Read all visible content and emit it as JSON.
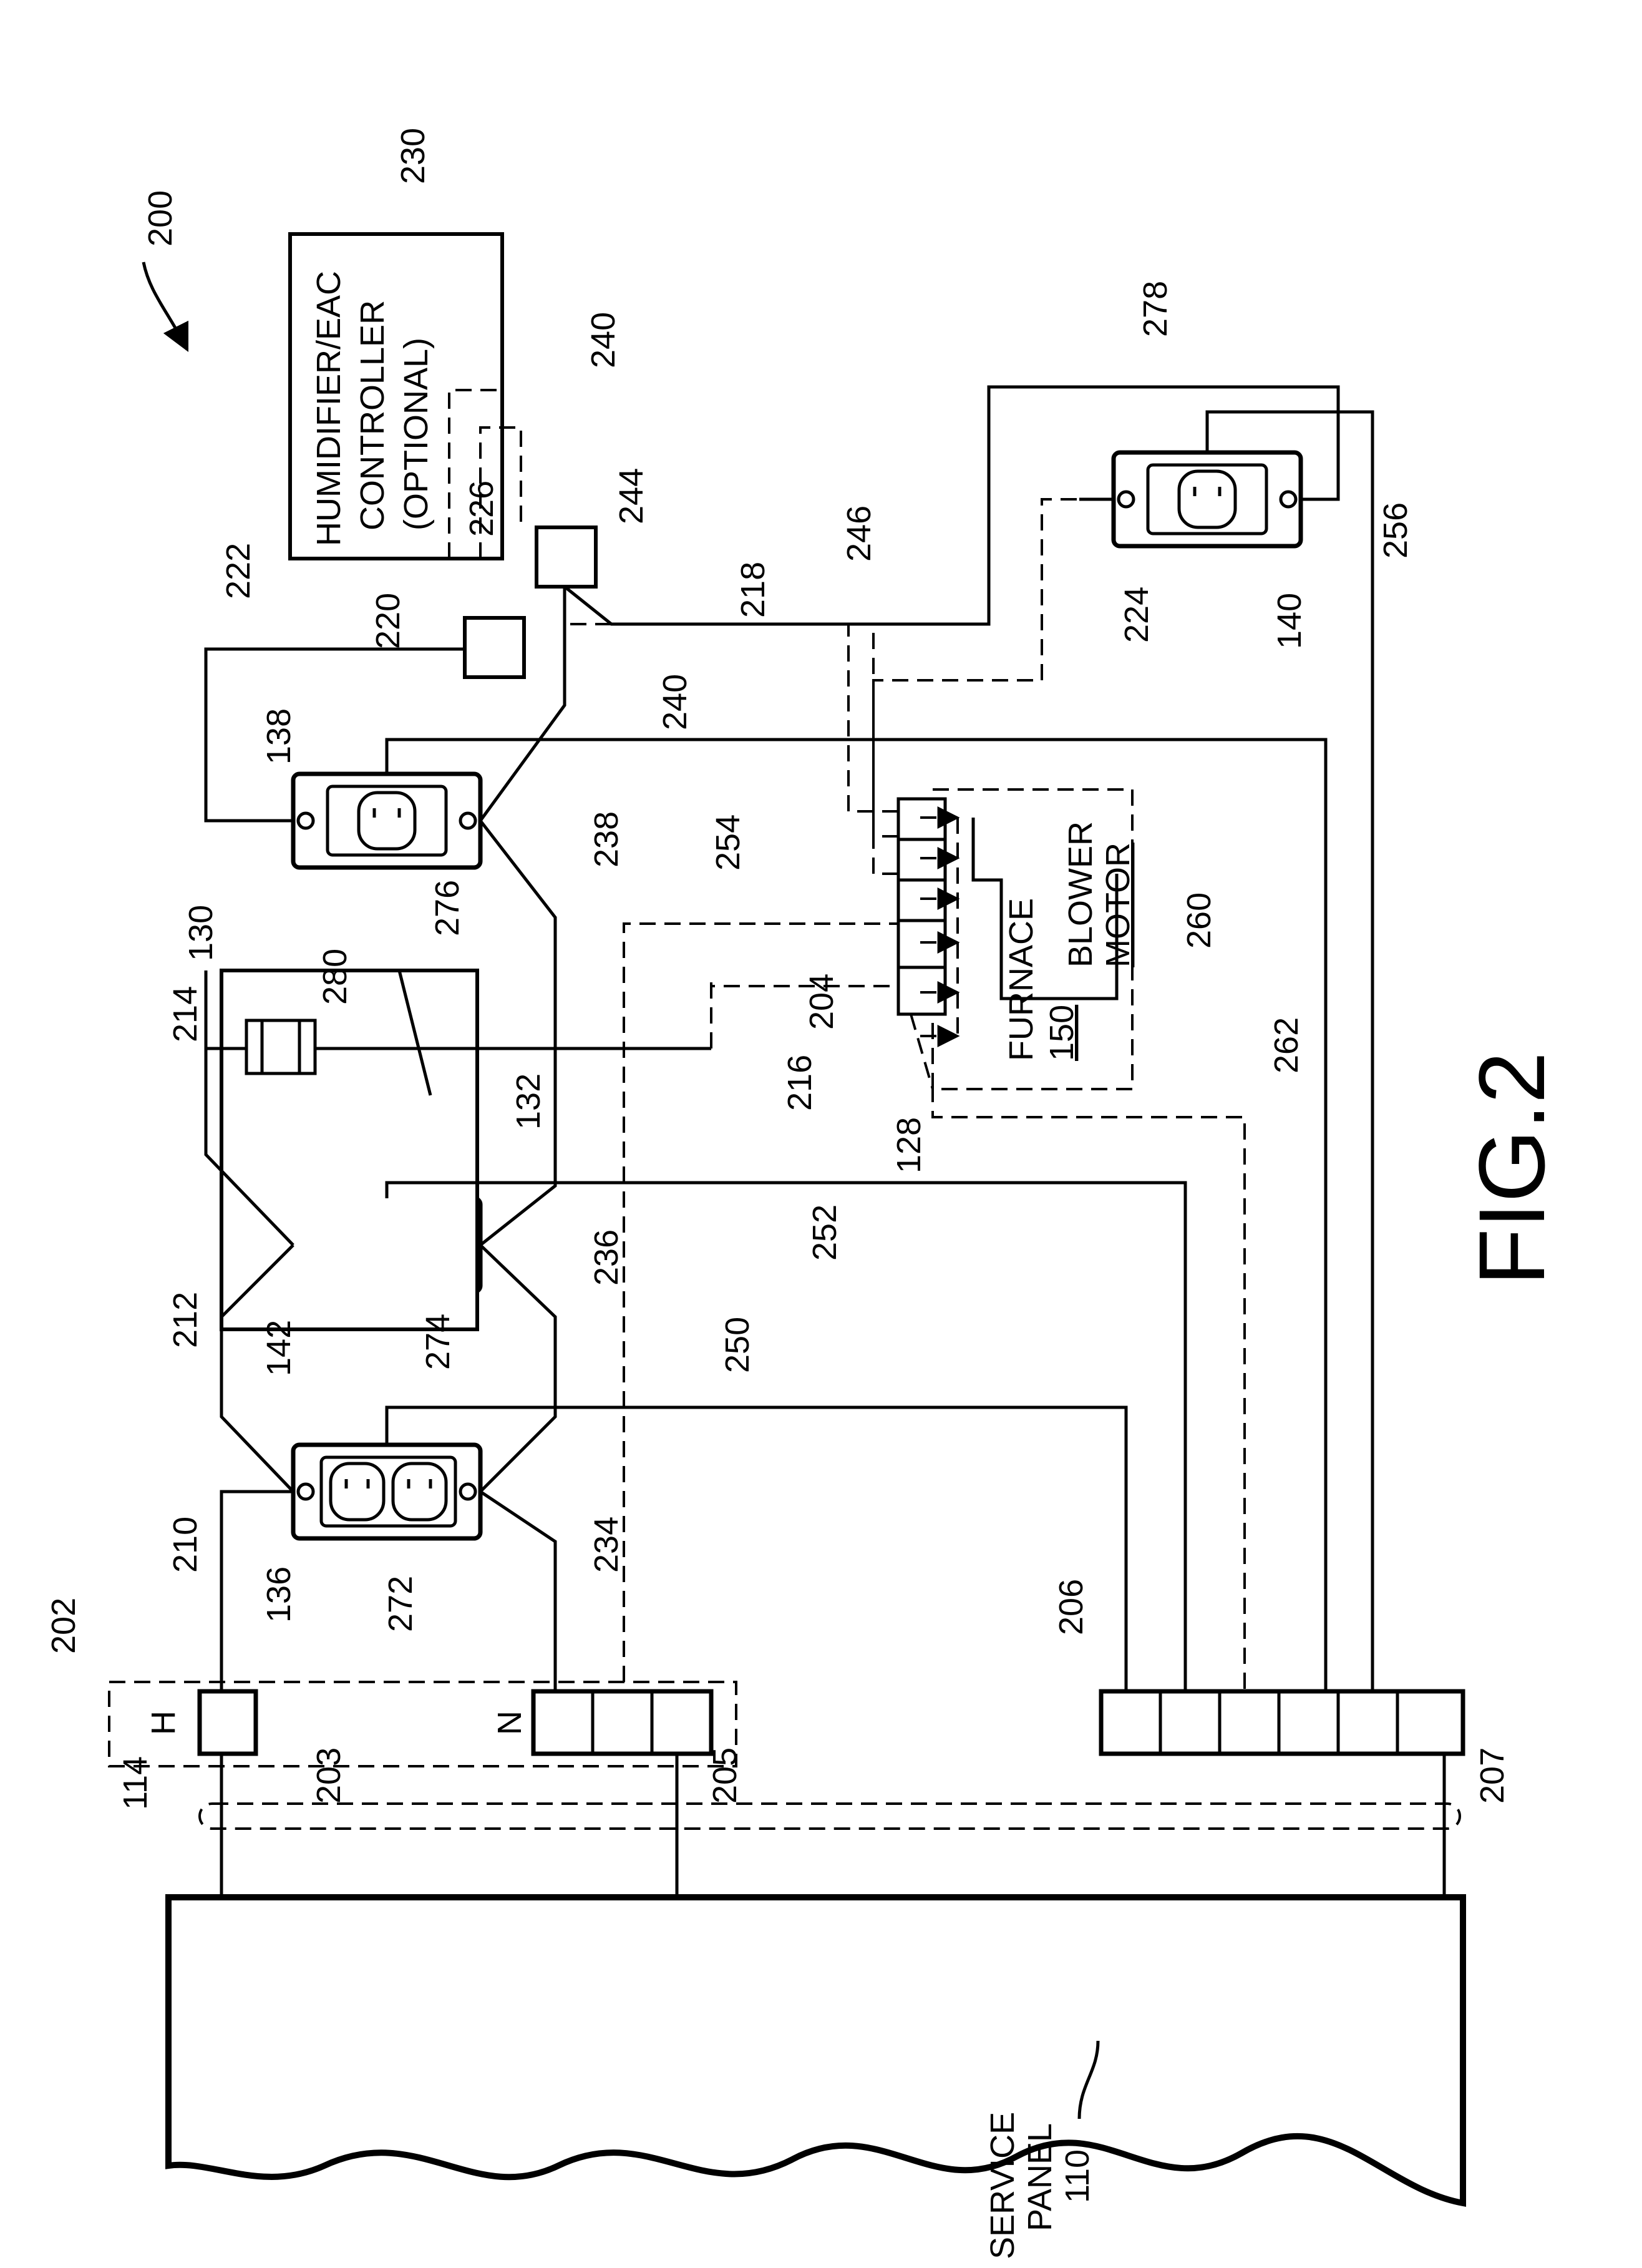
{
  "figure": {
    "title": "FIG.2",
    "system_ref": "200"
  },
  "service_panel": {
    "label_line1": "SERVICE",
    "label_line2": "PANEL",
    "ref": "110"
  },
  "cable_ref": "114",
  "terminal_block": {
    "ref": "202",
    "hot_label": "H",
    "neutral_label": "N"
  },
  "ground_bar_ref": "206",
  "conductor_refs": {
    "hot": "203",
    "neutral": "205",
    "ground": "207"
  },
  "receptacles": {
    "r136": {
      "ref": "136",
      "outlet_ref": "272"
    },
    "r142": {
      "ref": "142",
      "outlet_ref": "274"
    },
    "r138": {
      "ref": "138",
      "outlet_ref": "276"
    },
    "r140": {
      "ref": "140",
      "outlet_ref": "278"
    }
  },
  "switch_box": {
    "ref": "130",
    "switch_ref": "132",
    "device_ref": "280"
  },
  "furnace": {
    "label": "FURNACE",
    "ref": "150",
    "connector_ref": "128",
    "terminal_ref": "204"
  },
  "blower": {
    "label_line1": "BLOWER",
    "label_line2": "MOTOR",
    "ref": "260"
  },
  "controller": {
    "line1": "HUMIDIFIER/EAC",
    "line2": "CONTROLLER",
    "line3": "(OPTIONAL)",
    "ref": "230"
  },
  "junctions": {
    "j220": "220",
    "j244": "244"
  },
  "wire_refs": [
    "210",
    "212",
    "214",
    "216",
    "218",
    "222",
    "224",
    "226",
    "234",
    "236",
    "238",
    "240",
    "240",
    "246",
    "250",
    "252",
    "254",
    "256",
    "262"
  ]
}
